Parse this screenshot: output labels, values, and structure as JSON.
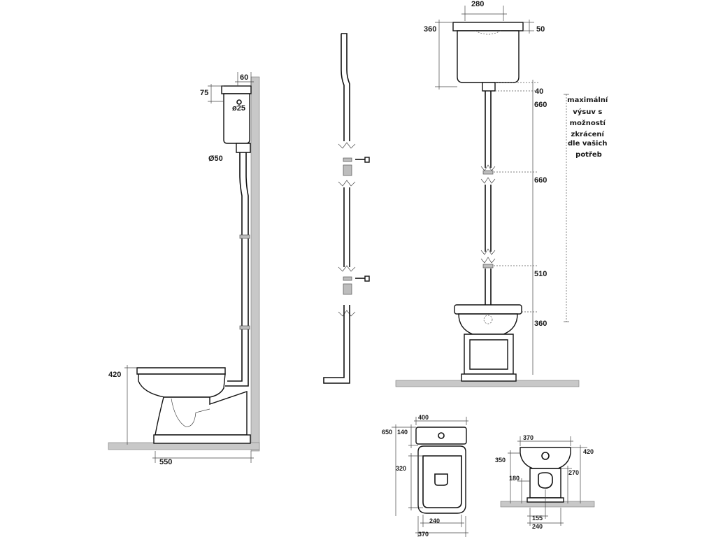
{
  "side_view": {
    "dim_tank_depth": "60",
    "dim_tank_height": "75",
    "dim_outlet_diameter": "ø25",
    "dim_pipe_diameter": "Ø50",
    "dim_seat_height": "420",
    "dim_total_depth": "550"
  },
  "front_view": {
    "dim_tank_width": "280",
    "dim_tank_height": "360",
    "dim_tank_lid": "50",
    "dim_gap": "40",
    "dim_pipe_1": "660",
    "dim_pipe_2": "660",
    "dim_pipe_3": "510",
    "dim_bowl_height": "360",
    "note": [
      "maximální",
      "výsuv s",
      "možností",
      "zkrácení",
      "dle vašich",
      "potřeb"
    ]
  },
  "top_view": {
    "dim_tank_width": "400",
    "dim_total_depth": "650",
    "dim_tank_depth": "140",
    "dim_bowl_length": "320",
    "dim_seat_inner_width": "240",
    "dim_bowl_width": "370"
  },
  "bottom_front_view": {
    "dim_width": "370",
    "dim_height": "420",
    "dim_rim": "350",
    "dim_outlet_height": "180",
    "dim_base_height": "270",
    "dim_axis": "155",
    "dim_base_width": "240"
  }
}
